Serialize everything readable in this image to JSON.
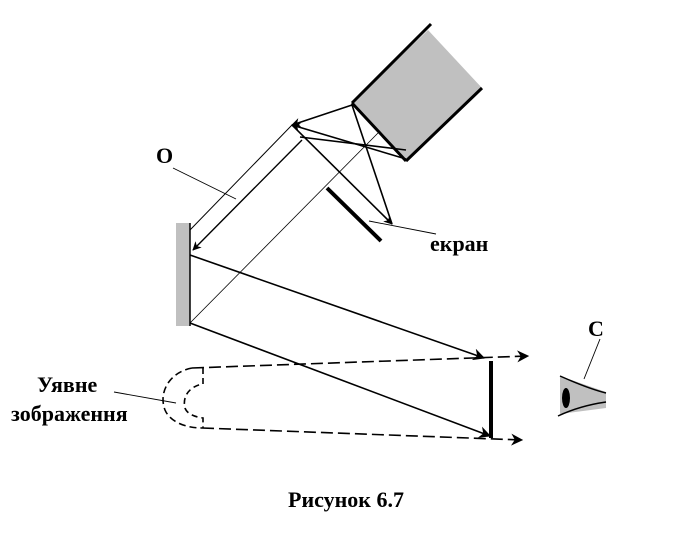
{
  "labels": {
    "o": "О",
    "screen": "екран",
    "c": "С",
    "virtual_image_line1": "Уявне",
    "virtual_image_line2": "зображення"
  },
  "caption": "Рисунок 6.7",
  "colors": {
    "ink": "#000000",
    "gray_fill": "#c0c0c0",
    "background": "#ffffff"
  }
}
